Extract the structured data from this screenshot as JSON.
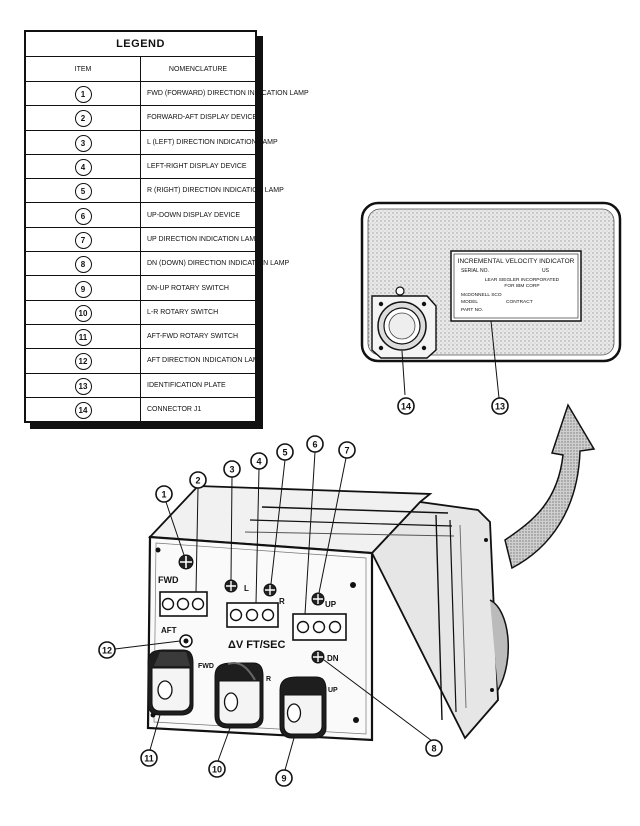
{
  "legend": {
    "title": "LEGEND",
    "col_item": "ITEM",
    "col_name": "NOMENCLATURE",
    "items": [
      {
        "num": "1",
        "name": "FWD (FORWARD) DIRECTION INDICATION LAMP"
      },
      {
        "num": "2",
        "name": "FORWARD-AFT DISPLAY DEVICE"
      },
      {
        "num": "3",
        "name": "L (LEFT) DIRECTION INDICATION LAMP"
      },
      {
        "num": "4",
        "name": "LEFT-RIGHT DISPLAY DEVICE"
      },
      {
        "num": "5",
        "name": "R (RIGHT) DIRECTION INDICATION LAMP"
      },
      {
        "num": "6",
        "name": "UP-DOWN DISPLAY DEVICE"
      },
      {
        "num": "7",
        "name": "UP DIRECTION INDICATION LAMP"
      },
      {
        "num": "8",
        "name": "DN (DOWN) DIRECTION INDICATION LAMP"
      },
      {
        "num": "9",
        "name": "DN-UP ROTARY SWITCH"
      },
      {
        "num": "10",
        "name": "L-R ROTARY SWITCH"
      },
      {
        "num": "11",
        "name": "AFT-FWD ROTARY SWITCH"
      },
      {
        "num": "12",
        "name": "AFT DIRECTION INDICATION LAMP"
      },
      {
        "num": "13",
        "name": "IDENTIFICATION PLATE"
      },
      {
        "num": "14",
        "name": "CONNECTOR J1"
      }
    ]
  },
  "plate": {
    "title": "INCREMENTAL VELOCITY INDICATOR",
    "serial_label": "SERIAL NO.",
    "serial_suffix": "US",
    "maker_line1": "LEAR SIEGLER INCORPORATED",
    "maker_line2": "FOR IBM CORP",
    "customer": "McDONNELL SCO",
    "model_label": "MODEL",
    "contract_label": "CONTRACT",
    "part_label": "PART NO."
  },
  "panel": {
    "fwd": "FWD",
    "l": "L",
    "r": "R",
    "up": "UP",
    "dn": "DN",
    "aft": "AFT",
    "units": "ΔV FT/SEC",
    "knob_fwd": "FWD",
    "knob_r": "R",
    "knob_up": "UP"
  },
  "callouts": [
    "1",
    "2",
    "3",
    "4",
    "5",
    "6",
    "7",
    "8",
    "9",
    "10",
    "11",
    "12",
    "13",
    "14"
  ]
}
